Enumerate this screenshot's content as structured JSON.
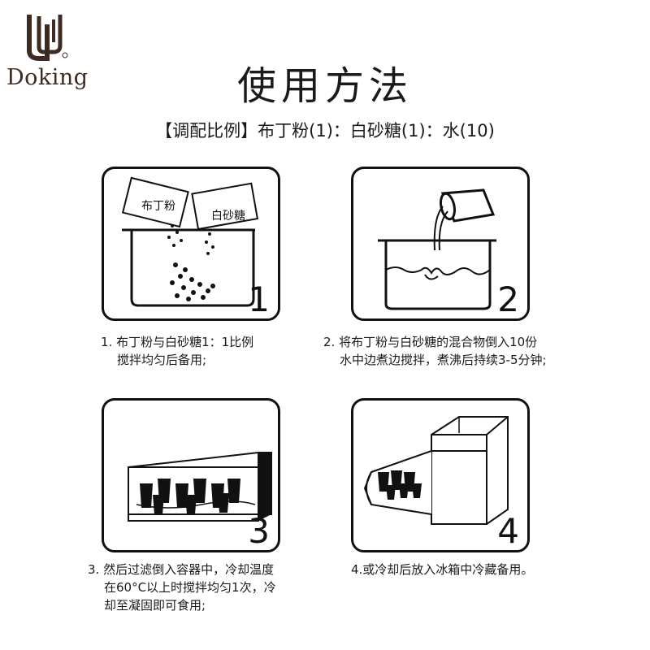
{
  "brand": {
    "name": "Doking"
  },
  "title": "使用方法",
  "ratio": "【调配比例】布丁粉(1)：白砂糖(1)：水(10)",
  "steps": [
    {
      "num": "1",
      "packet1": "布丁粉",
      "packet2": "白砂糖",
      "line1": "1. 布丁粉与白砂糖1：1比例",
      "line2": "搅拌均匀后备用;"
    },
    {
      "num": "2",
      "line1": "2. 将布丁粉与白砂糖的混合物倒入10份",
      "line2": "水中边煮边搅拌，煮沸后持续3-5分钟;"
    },
    {
      "num": "3",
      "line1": "3. 然后过滤倒入容器中，冷却温度",
      "line2": "在60°C以上时搅拌均匀1次，冷",
      "line3": "却至凝固即可食用;"
    },
    {
      "num": "4",
      "line1": "4.或冷却后放入冰箱中冷藏备用。"
    }
  ]
}
